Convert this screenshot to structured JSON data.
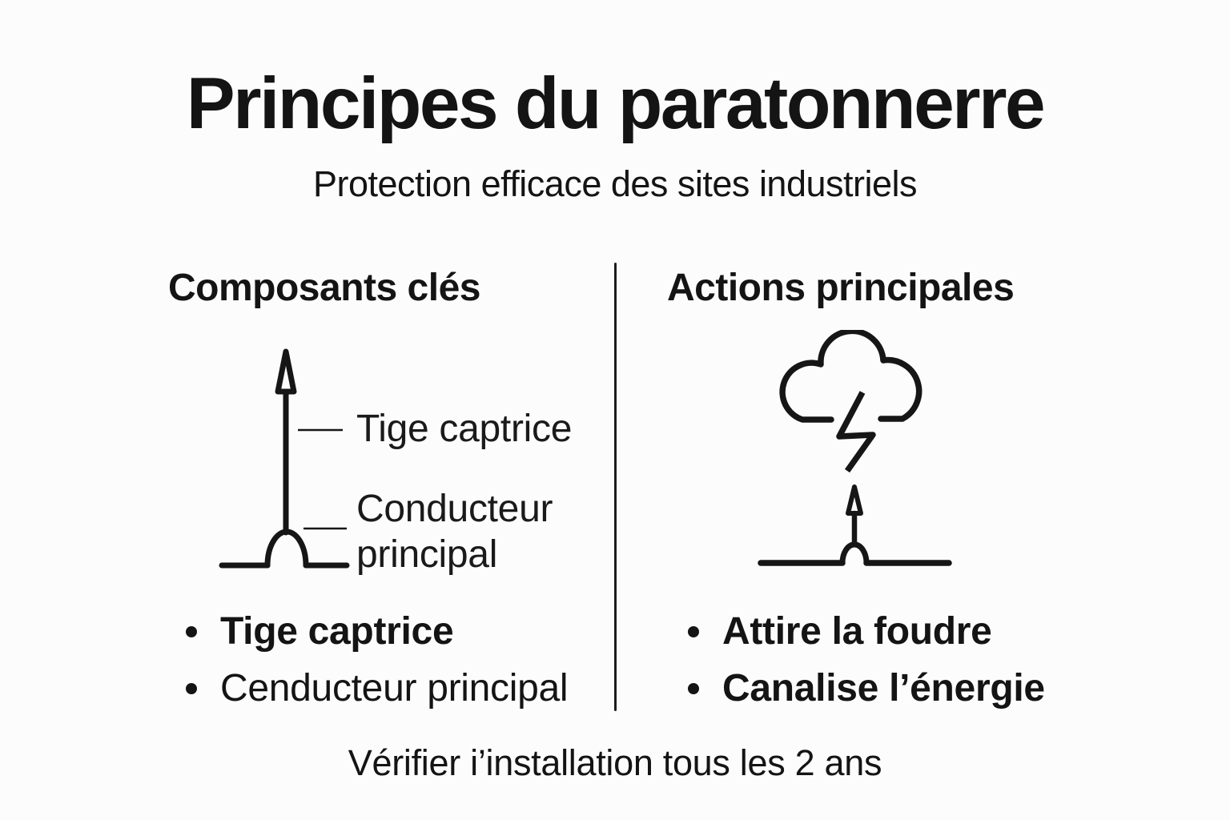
{
  "infographic": {
    "title": "Principes du paratonnerre",
    "subtitle": "Protection efficace des sites industriels",
    "footer_note": "Vérifier i’installation tous les 2 ans"
  },
  "left_panel": {
    "heading": "Composants clés",
    "diagram_labels": {
      "rod": "Tige captrice",
      "conductor": "Conducteur principal"
    },
    "bullets": {
      "item1": "Tige captrice",
      "item2": "Cenducteur principal"
    }
  },
  "right_panel": {
    "heading": "Actions principales",
    "bullets": {
      "item1": "Attire la foudre",
      "item2": "Canalise l’énergie"
    }
  },
  "icons": {
    "left_diagram": "lightning-rod-diagram-icon",
    "right_cloud": "storm-cloud-icon",
    "right_bolt": "lightning-bolt-icon",
    "right_rod": "lightning-rod-small-icon"
  },
  "colors": {
    "background": "#fcfcfc",
    "ink": "#161616",
    "divider": "#1c1c1c"
  }
}
